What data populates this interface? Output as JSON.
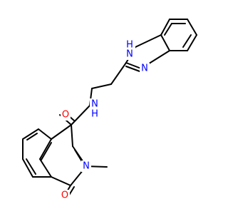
{
  "colors": {
    "bond": "#000000",
    "nitrogen": "#0000ff",
    "oxygen": "#ff0000",
    "background": "#ffffff"
  },
  "molecule": {
    "labels": {
      "imidazole_nh": "H\nN",
      "imidazole_n": "N",
      "amide_nh": "N\nH",
      "amide_o": "O",
      "ring_n": "N",
      "ring_o": "O"
    }
  }
}
